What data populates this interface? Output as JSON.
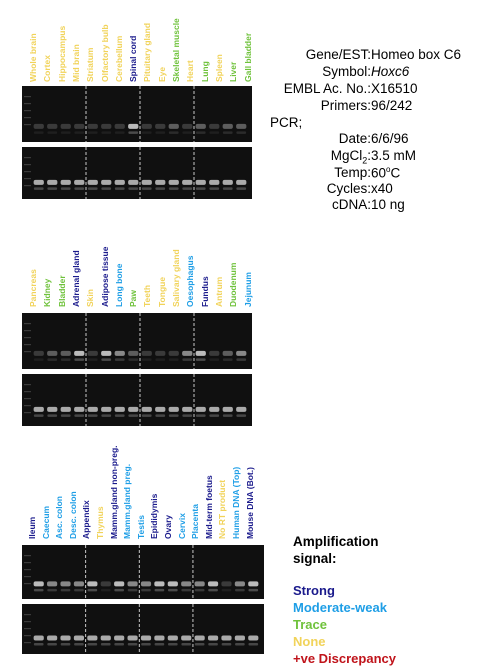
{
  "colors": {
    "strong": "#1a1a8c",
    "moderate_weak": "#1e9ee6",
    "trace": "#6fc23b",
    "none": "#f1d35a",
    "discrepancy": "#c0141b"
  },
  "panels": [
    {
      "labels": [
        {
          "text": "Whole brain",
          "level": "none"
        },
        {
          "text": "Cortex",
          "level": "none"
        },
        {
          "text": "Hippocampus",
          "level": "none"
        },
        {
          "text": "Mid brain",
          "level": "none"
        },
        {
          "text": "Striatum",
          "level": "none"
        },
        {
          "text": "Olfactory bulb",
          "level": "none"
        },
        {
          "text": "Cerebellum",
          "level": "none"
        },
        {
          "text": "Spinal cord",
          "level": "strong"
        },
        {
          "text": "Pituitary gland",
          "level": "none"
        },
        {
          "text": "Eye",
          "level": "none"
        },
        {
          "text": "Skeletal muscle",
          "level": "trace"
        },
        {
          "text": "Heart",
          "level": "none"
        },
        {
          "text": "Lung",
          "level": "trace"
        },
        {
          "text": "Spleen",
          "level": "none"
        },
        {
          "text": "Liver",
          "level": "trace"
        },
        {
          "text": "Gall bladder",
          "level": "trace"
        }
      ]
    },
    {
      "labels": [
        {
          "text": "Pancreas",
          "level": "none"
        },
        {
          "text": "Kidney",
          "level": "trace"
        },
        {
          "text": "Bladder",
          "level": "trace"
        },
        {
          "text": "Adrenal gland",
          "level": "strong"
        },
        {
          "text": "Skin",
          "level": "none"
        },
        {
          "text": "Adipose tissue",
          "level": "strong"
        },
        {
          "text": "Long bone",
          "level": "moderate_weak"
        },
        {
          "text": "Paw",
          "level": "trace"
        },
        {
          "text": "Teeth",
          "level": "none"
        },
        {
          "text": "Tongue",
          "level": "none"
        },
        {
          "text": "Salivary gland",
          "level": "none"
        },
        {
          "text": "Oesophagus",
          "level": "moderate_weak"
        },
        {
          "text": "Fundus",
          "level": "strong"
        },
        {
          "text": "Antrum",
          "level": "none"
        },
        {
          "text": "Duodenum",
          "level": "trace"
        },
        {
          "text": "Jejunum",
          "level": "moderate_weak"
        }
      ]
    },
    {
      "labels": [
        {
          "text": "Ileum",
          "level": "strong"
        },
        {
          "text": "Caecum",
          "level": "moderate_weak"
        },
        {
          "text": "Asc. colon",
          "level": "moderate_weak"
        },
        {
          "text": "Desc. colon",
          "level": "moderate_weak"
        },
        {
          "text": "Appendix",
          "level": "strong"
        },
        {
          "text": "Thymus",
          "level": "none"
        },
        {
          "text": "Mamm.gland non-preg.",
          "level": "strong"
        },
        {
          "text": "Mamm.gland preg.",
          "level": "moderate_weak"
        },
        {
          "text": "Testis",
          "level": "moderate_weak"
        },
        {
          "text": "Epididymis",
          "level": "strong"
        },
        {
          "text": "Ovary",
          "level": "strong"
        },
        {
          "text": "Cervix",
          "level": "moderate_weak"
        },
        {
          "text": "Placenta",
          "level": "moderate_weak"
        },
        {
          "text": "Mid-term foetus",
          "level": "strong"
        },
        {
          "text": "No RT product",
          "level": "none"
        },
        {
          "text": "Human DNA (Top)",
          "level": "moderate_weak"
        },
        {
          "text": "Mouse DNA (Bot.)",
          "level": "strong"
        }
      ]
    }
  ],
  "info": {
    "gene_key": "Gene/EST:",
    "gene_val": "Homeo box C6",
    "symbol_key": "Symbol:",
    "symbol_val": "Hoxc6",
    "embl_key": "EMBL Ac. No.:",
    "embl_val": "X16510",
    "primers_key": "Primers:",
    "primers_val": "96/242",
    "pcr_label": "PCR;",
    "date_key": "Date:",
    "date_val": "6/6/96",
    "mgcl_key": "MgCl",
    "mgcl_sub": "2",
    "mgcl_colon": ":",
    "mgcl_val": "3.5 mM",
    "temp_key": "Temp:",
    "temp_val": "60",
    "temp_sup": "o",
    "temp_unit": "C",
    "cycles_key": "Cycles:",
    "cycles_val": "x40",
    "cdna_key": "cDNA:",
    "cdna_val": "10 ng"
  },
  "legend": {
    "title_line1": "Amplification",
    "title_line2": "signal:",
    "strong": "Strong",
    "moderate_weak": "Moderate-weak",
    "trace": "Trace",
    "none": "None",
    "discrepancy": "+ve Discrepancy"
  }
}
